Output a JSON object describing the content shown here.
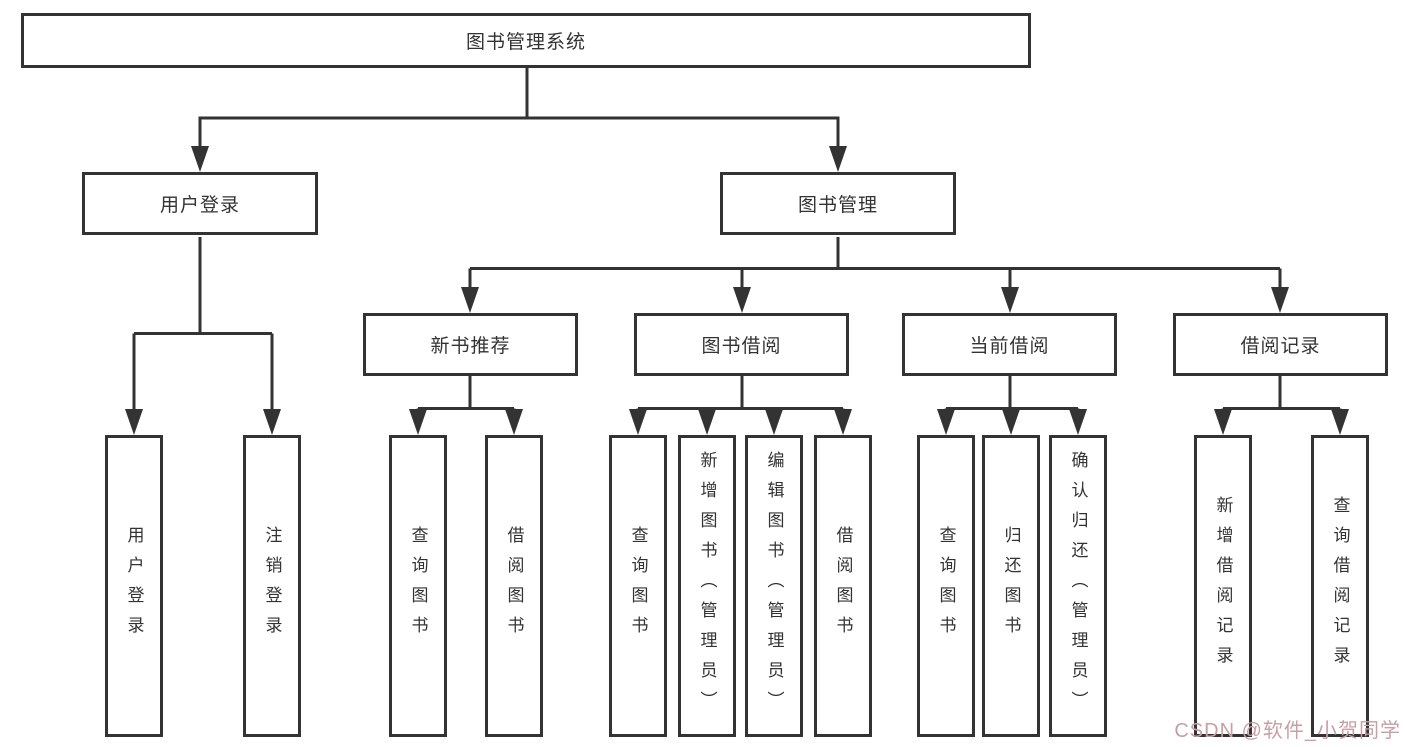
{
  "diagram": {
    "type": "hierarchy-tree",
    "tree": {
      "label": "图书管理系统",
      "children": [
        {
          "label": "用户登录",
          "children": [
            {
              "label": "用户登录"
            },
            {
              "label": "注销登录"
            }
          ]
        },
        {
          "label": "图书管理",
          "children": [
            {
              "label": "新书推荐",
              "children": [
                {
                  "label": "查询图书"
                },
                {
                  "label": "借阅图书"
                }
              ]
            },
            {
              "label": "图书借阅",
              "children": [
                {
                  "label": "查询图书"
                },
                {
                  "label": "新增图书（管理员）"
                },
                {
                  "label": "编辑图书（管理员）"
                },
                {
                  "label": "借阅图书"
                }
              ]
            },
            {
              "label": "当前借阅",
              "children": [
                {
                  "label": "查询图书"
                },
                {
                  "label": "归还图书"
                },
                {
                  "label": "确认归还（管理员）"
                }
              ]
            },
            {
              "label": "借阅记录",
              "children": [
                {
                  "label": "新增借阅记录"
                },
                {
                  "label": "查询借阅记录"
                }
              ]
            }
          ]
        }
      ]
    },
    "colors": {
      "line": "#333333",
      "box_border": "#333333",
      "box_fill": "#ffffff",
      "text": "#333333",
      "background": "#ffffff",
      "watermark": "#c79fa6"
    }
  },
  "watermark": {
    "text": "CSDN @软件_小贺同学"
  }
}
